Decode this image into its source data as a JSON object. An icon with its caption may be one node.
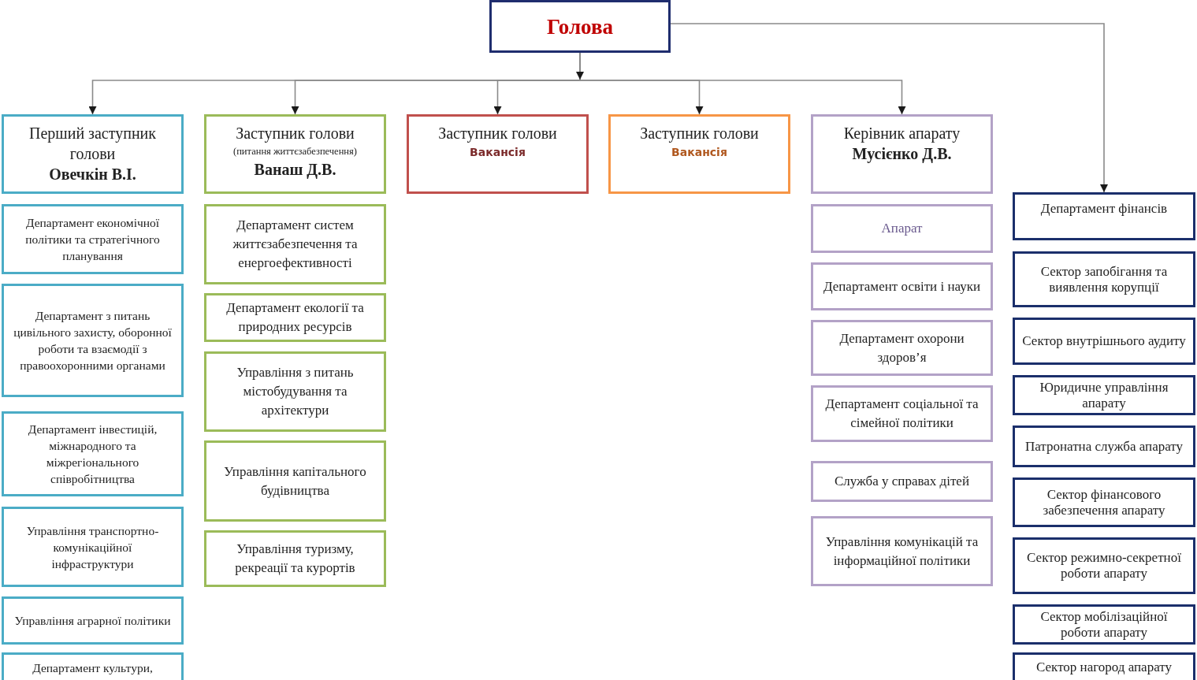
{
  "diagram": {
    "nodes": [
      {
        "text": [
          "Голова"
        ]
      },
      {
        "text": [
          "Перший заступник голови",
          "Овечкін В.І."
        ]
      },
      {
        "text": [
          "Заступник голови",
          "(питання життєзабезпечення)",
          "Ванаш Д.В."
        ]
      },
      {
        "text": [
          "Заступник голови",
          "Вакансія"
        ]
      },
      {
        "text": [
          "Заступник голови",
          "Вакансія"
        ]
      },
      {
        "text": [
          "Керівник апарату",
          "Мусієнко Д.В."
        ]
      },
      {
        "text": [
          "Департамент фінансів"
        ]
      },
      {
        "text": [
          "Департамент економічної політики та стратегічного планування"
        ]
      },
      {
        "text": [
          "Департамент з питань цивільного захисту, оборонної роботи та взаємодії з правоохоронними органами"
        ]
      },
      {
        "text": [
          "Департамент інвестицій, міжнародного та міжрегіонального співробітництва"
        ]
      },
      {
        "text": [
          "Управління транспортно-комунікаційної інфраструктури"
        ]
      },
      {
        "text": [
          "Управління аграрної політики"
        ]
      },
      {
        "text": [
          "Департамент культури,"
        ]
      },
      {
        "text": [
          "Департамент систем життєзабезпечення та енергоефективності"
        ]
      },
      {
        "text": [
          "Департамент екології та природних ресурсів"
        ]
      },
      {
        "text": [
          "Управління з питань містобудування та архітектури"
        ]
      },
      {
        "text": [
          "Управління капітального будівництва"
        ]
      },
      {
        "text": [
          "Управління туризму, рекреації та курортів"
        ]
      },
      {
        "text": [
          "Апарат"
        ]
      },
      {
        "text": [
          "Департамент освіти і науки"
        ]
      },
      {
        "text": [
          "Департамент охорони здоров’я"
        ]
      },
      {
        "text": [
          "Департамент соціальної та сімейної політики"
        ]
      },
      {
        "text": [
          "Служба у справах дітей"
        ]
      },
      {
        "text": [
          "Управління комунікацій та інформаційної політики"
        ]
      },
      {
        "text": [
          "Сектор запобігання та виявлення корупції"
        ]
      },
      {
        "text": [
          "Сектор внутрішнього аудиту"
        ]
      },
      {
        "text": [
          "Юридичне управління апарату"
        ]
      },
      {
        "text": [
          "Патронатна служба апарату"
        ]
      },
      {
        "text": [
          "Сектор фінансового забезпечення апарату"
        ]
      },
      {
        "text": [
          "Сектор режимно-секретної роботи апарату"
        ]
      },
      {
        "text": [
          "Сектор мобілізаційної роботи апарату"
        ]
      },
      {
        "text": [
          "Сектор нагород апарату"
        ]
      }
    ],
    "edges": [
      {
        "from": 0,
        "to": 1,
        "arrow": "to"
      },
      {
        "from": 0,
        "to": 2,
        "arrow": "to"
      },
      {
        "from": 0,
        "to": 3,
        "arrow": "to"
      },
      {
        "from": 0,
        "to": 4,
        "arrow": "to"
      },
      {
        "from": 0,
        "to": 5,
        "arrow": "to"
      },
      {
        "from": 0,
        "to": 6,
        "arrow": "to"
      }
    ]
  }
}
